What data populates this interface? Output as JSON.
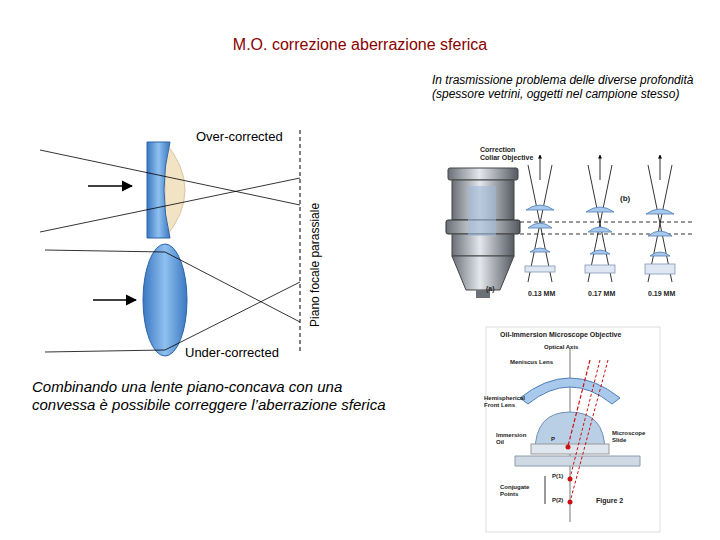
{
  "diagram": {
    "title": "M.O. correzione aberrazione sferica",
    "caption": "Combinando una lente piano-concava con una convessa è possibile correggere l’aberrazione sferica",
    "labels": [
      "In trasmissione problema delle diverse profondità (spessore vetrini, oggetti nel campione stesso)",
      "Over-corrected",
      "Piano focale parassiale",
      "Under-corrected",
      "Correction Collar Objective",
      "(a)",
      "(b)",
      "0.13 MM",
      "0.17 MM",
      "0.19 MM",
      "Oil-Immersion Microscope Objective",
      "Optical Axis",
      "Meniscus Lens",
      "Hemispherical Front Lens",
      "Immersion Oil",
      "P",
      "Microscope Slide",
      "P(1)",
      "P(2)",
      "Conjugate Points",
      "Figure 2"
    ]
  }
}
